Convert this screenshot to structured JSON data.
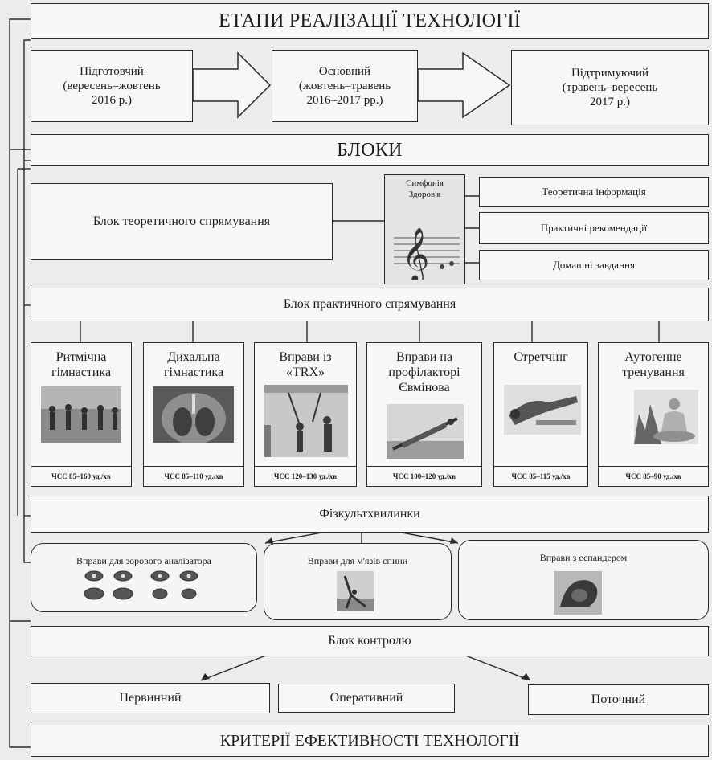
{
  "title": "ЕТАПИ РЕАЛІЗАЦІЇ ТЕХНОЛОГІЇ",
  "stages": [
    {
      "name": "Підготовчий",
      "period": "(вересень–жовтень",
      "year": "2016 р.)"
    },
    {
      "name": "Основний",
      "period": "(жовтень–травень",
      "year": "2016–2017 рр.)"
    },
    {
      "name": "Підтримуючий",
      "period": "(травень–вересень",
      "year": "2017 р.)"
    }
  ],
  "blocks_heading": "БЛОКИ",
  "theory_block": "Блок теоретичного спрямування",
  "symphony": {
    "line1": "Симфонія",
    "line2": "Здоров'я"
  },
  "theory_items": [
    "Теоретична інформація",
    "Практичні рекомендації",
    "Домашні завдання"
  ],
  "practice_block": "Блок практичного спрямування",
  "practice_items": [
    {
      "line1": "Ритмічна",
      "line2": "гімнастика",
      "line3": "",
      "hr": "ЧСС 85–160 уд./хв",
      "icon": "rhythmic-gymnastics-photo"
    },
    {
      "line1": "Дихальна",
      "line2": "гімнастика",
      "line3": "",
      "hr": "ЧСС 85–110 уд./хв",
      "icon": "breathing-lungs-photo"
    },
    {
      "line1": "Вправи із",
      "line2": "«TRX»",
      "line3": "",
      "hr": "ЧСС 120–130 уд./хв",
      "icon": "trx-training-photo"
    },
    {
      "line1": "Вправи на",
      "line2": "профілакторі",
      "line3": "Євмінова",
      "hr": "ЧСС 100–120 уд./хв",
      "icon": "evminov-board-photo"
    },
    {
      "line1": "Стретчінг",
      "line2": "",
      "line3": "",
      "hr": "ЧСС 85–115 уд./хв",
      "icon": "stretching-photo"
    },
    {
      "line1": "Аутогенне",
      "line2": "тренування",
      "line3": "",
      "hr": "ЧСС 85–90 уд./хв",
      "icon": "autogenic-meditation-photo"
    }
  ],
  "fizkult": "Фізкультхвилинки",
  "fizkult_items": [
    {
      "label": "Вправи для зорового аналізатора",
      "icon": "eye-exercises-icons"
    },
    {
      "label": "Вправи для м'язів спини",
      "icon": "back-exercise-photo"
    },
    {
      "label": "Вправи з еспандером",
      "icon": "expander-hand-photo"
    }
  ],
  "control_block": "Блок контролю",
  "control_items": [
    "Первинний",
    "Оперативний",
    "Поточний"
  ],
  "criteria": "КРИТЕРІЇ ЕФЕКТИВНОСТІ ТЕХНОЛОГІЇ",
  "colors": {
    "stroke": "#2a2a2a",
    "box_fill": "#f7f7f7",
    "background": "#ececec"
  }
}
